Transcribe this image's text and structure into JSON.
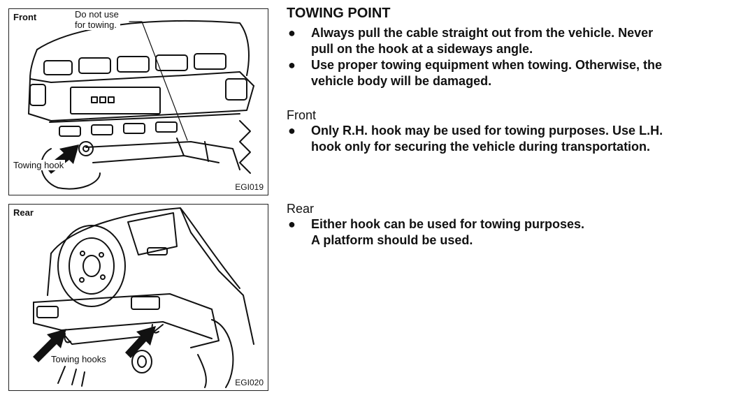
{
  "figures": {
    "front": {
      "corner_label": "Front",
      "callout_top_line1": "Do not use",
      "callout_top_line2": "for towing.",
      "callout_hook": "Towing hook",
      "code": "EGI019"
    },
    "rear": {
      "corner_label": "Rear",
      "callout_hooks": "Towing hooks",
      "code": "EGI020"
    }
  },
  "content": {
    "heading": "TOWING POINT",
    "general": [
      {
        "line1": "Always pull the cable straight out from the vehicle. Never",
        "line2": "pull on the hook at a sideways angle."
      },
      {
        "line1": "Use proper towing equipment when towing. Otherwise, the",
        "line2": "vehicle body will be damaged."
      }
    ],
    "front": {
      "title": "Front",
      "bullets": [
        {
          "line1": "Only R.H. hook may be used for towing purposes. Use L.H.",
          "line2": "hook only for securing the vehicle during transportation."
        }
      ]
    },
    "rear": {
      "title": "Rear",
      "bullets": [
        {
          "line1": "Either hook can be used for towing purposes.",
          "line2": "A platform should be used."
        }
      ]
    },
    "bullet_symbol": "●"
  }
}
